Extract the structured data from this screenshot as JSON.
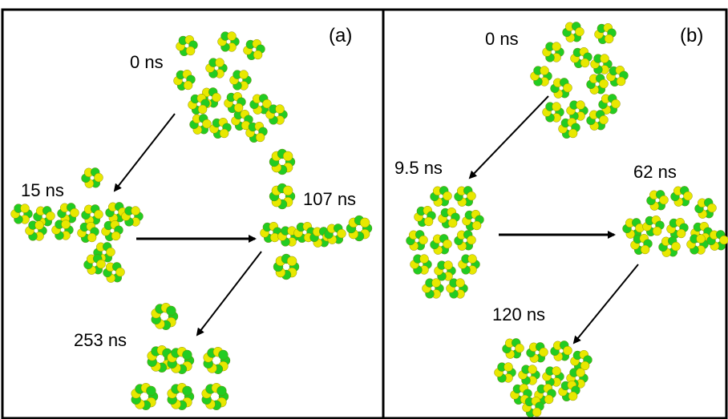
{
  "colors": {
    "primary_atom": "#22cc22",
    "secondary_atom": "#e8e800",
    "frame": "#000000",
    "background": "#ffffff"
  },
  "panel_a": {
    "label": "(a)",
    "stages": {
      "t0": "0 ns",
      "t1": "15 ns",
      "t2": "107 ns",
      "t3": "253 ns"
    }
  },
  "panel_b": {
    "label": "(b)",
    "stages": {
      "t0": "0 ns",
      "t1": "9.5 ns",
      "t2": "62 ns",
      "t3": "120 ns"
    }
  }
}
